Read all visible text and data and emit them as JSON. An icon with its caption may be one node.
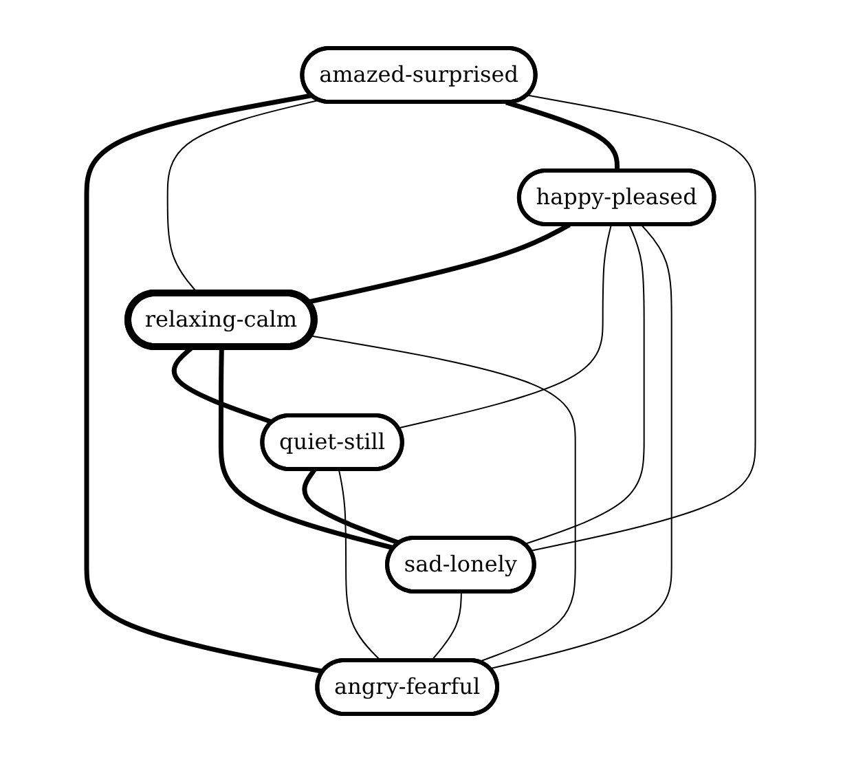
{
  "diagram": {
    "nodes": [
      {
        "text": [
          "amazed-surprised"
        ]
      },
      {
        "text": [
          "happy-pleased"
        ]
      },
      {
        "text": [
          "relaxing-calm"
        ]
      },
      {
        "text": [
          "quiet-still"
        ]
      },
      {
        "text": [
          "sad-lonely"
        ]
      },
      {
        "text": [
          "angry-fearful"
        ]
      }
    ],
    "edges": [
      {
        "from": 0,
        "to": 5,
        "arrow": "none",
        "style": "thick"
      },
      {
        "from": 0,
        "to": 2,
        "arrow": "none"
      },
      {
        "from": 0,
        "to": 1,
        "arrow": "none",
        "style": "thick"
      },
      {
        "from": 0,
        "to": 4,
        "arrow": "none"
      },
      {
        "from": 1,
        "to": 2,
        "arrow": "none",
        "style": "thick"
      },
      {
        "from": 1,
        "to": 3,
        "arrow": "none"
      },
      {
        "from": 1,
        "to": 4,
        "arrow": "none"
      },
      {
        "from": 1,
        "to": 5,
        "arrow": "none"
      },
      {
        "from": 2,
        "to": 3,
        "arrow": "none",
        "style": "thick"
      },
      {
        "from": 2,
        "to": 4,
        "arrow": "none",
        "style": "thick"
      },
      {
        "from": 2,
        "to": 5,
        "arrow": "none"
      },
      {
        "from": 3,
        "to": 4,
        "arrow": "none",
        "style": "thick"
      },
      {
        "from": 3,
        "to": 5,
        "arrow": "none"
      },
      {
        "from": 4,
        "to": 5,
        "arrow": "none"
      }
    ]
  }
}
